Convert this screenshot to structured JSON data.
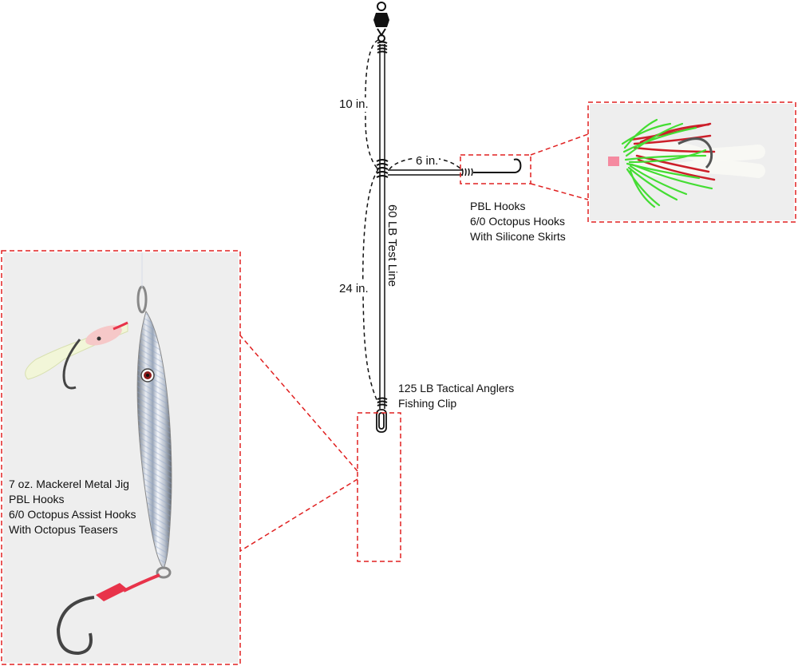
{
  "measurements": {
    "upper_length": "10 in.",
    "dropper_length": "6 in.",
    "lower_length": "24 in."
  },
  "line_label": "60 LB Test Line",
  "dropper_callout": {
    "lines": [
      "PBL Hooks",
      "6/0 Octopus Hooks",
      "With Silicone Skirts"
    ]
  },
  "clip_callout": {
    "lines": [
      "125 LB Tactical Anglers",
      "Fishing Clip"
    ]
  },
  "jig_callout": {
    "lines": [
      "7 oz. Mackerel Metal Jig",
      "PBL Hooks",
      "6/0 Octopus Assist Hooks",
      "With Octopus Teasers"
    ]
  },
  "colors": {
    "callout_border": "#e02020",
    "photo_background": "#eeeeee",
    "skirt_green": "#44dd33",
    "skirt_red": "#cc1f2a",
    "teaser_glow": "#f2f6d8",
    "hook_red": "#e8334a"
  }
}
